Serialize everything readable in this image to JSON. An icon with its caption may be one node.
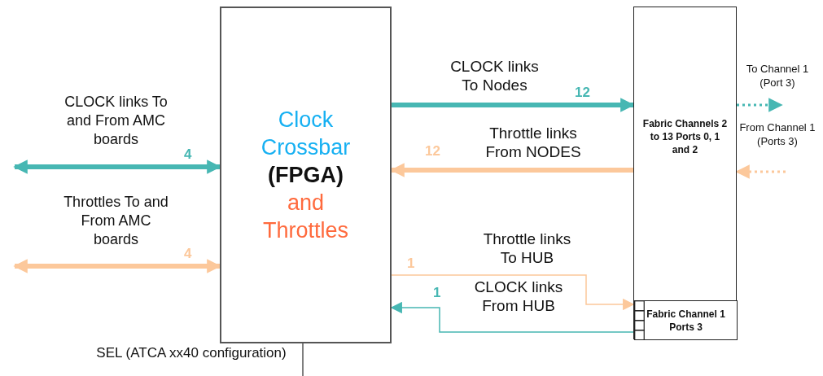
{
  "diagram": {
    "nodes": [
      {
        "text": [
          "Clock Crossbar",
          "(FPGA)",
          "and Throttles"
        ]
      },
      {
        "text": [
          "Fabric Channels 2 to 13 Ports 0, 1 and 2"
        ]
      },
      {
        "text": [
          "Fabric Channel 1 Ports 3"
        ],
        "in": 1
      }
    ],
    "edges": [
      {
        "from": null,
        "to": 0,
        "arrow": "both",
        "label": "4",
        "style": "thick",
        "color": "#47b7b3"
      },
      {
        "from": null,
        "to": 0,
        "arrow": "both",
        "label": "4",
        "style": "thick",
        "color": "#fcc89b"
      },
      {
        "from": 0,
        "to": 1,
        "arrow": "to",
        "label": "12",
        "style": "thick",
        "color": "#47b7b3"
      },
      {
        "from": 1,
        "to": 0,
        "arrow": "to",
        "label": "12",
        "style": "thick",
        "color": "#fcc89b"
      },
      {
        "from": 1,
        "to": null,
        "arrow": "to",
        "style": "dashed",
        "color": "#47b7b3"
      },
      {
        "from": null,
        "to": 1,
        "arrow": "to",
        "style": "dashed",
        "color": "#fcc89b"
      },
      {
        "from": 0,
        "to": 2,
        "arrow": "to",
        "label": "1",
        "color": "#fcc89b"
      },
      {
        "from": 2,
        "to": 0,
        "arrow": "to",
        "label": "1",
        "color": "#47b7b3"
      },
      {
        "from": 0,
        "to": null,
        "arrow": "none",
        "color": "#555555"
      }
    ],
    "labels": [
      "CLOCK links To and From AMC boards",
      "Throttles To and From AMC boards",
      "CLOCK links To Nodes",
      "Throttle links From NODES",
      "To Channel 1 (Port 3)",
      "From Channel 1 (Ports 3)",
      "Throttle links To HUB",
      "CLOCK links From HUB",
      "SEL (ATCA xx40 configuration)"
    ]
  }
}
